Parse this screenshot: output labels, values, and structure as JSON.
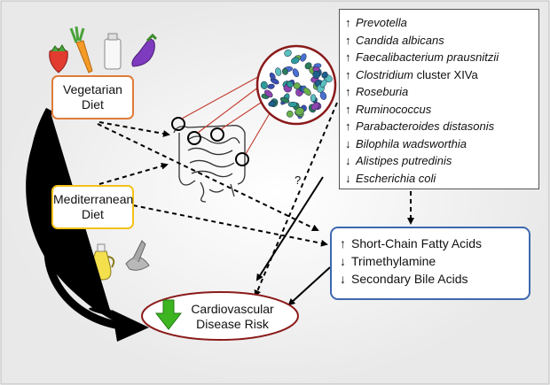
{
  "vegetarian_label": [
    "Vegetarian",
    "Diet"
  ],
  "mediterranean_label": [
    "Mediterranean",
    "Diet"
  ],
  "bacteria": [
    {
      "dir": "↑",
      "name": "Prevotella",
      "suffix": ""
    },
    {
      "dir": "↑",
      "name": "Candida albicans",
      "suffix": ""
    },
    {
      "dir": "↑",
      "name": "Faecalibacterium prausnitzii",
      "suffix": ""
    },
    {
      "dir": "↑",
      "name": "Clostridium",
      "suffix": " cluster XIVa"
    },
    {
      "dir": "↑",
      "name": "Roseburia",
      "suffix": ""
    },
    {
      "dir": "↑",
      "name": "Ruminococcus",
      "suffix": ""
    },
    {
      "dir": "↑",
      "name": "Parabacteroides distasonis",
      "suffix": ""
    },
    {
      "dir": "↓",
      "name": "Bilophila wadsworthia",
      "suffix": ""
    },
    {
      "dir": "↓",
      "name": "Alistipes putredinis",
      "suffix": ""
    },
    {
      "dir": "↓",
      "name": "Escherichia coli",
      "suffix": ""
    }
  ],
  "metabolites": [
    {
      "dir": "↑",
      "text": "Short-Chain Fatty Acids"
    },
    {
      "dir": "↓",
      "text": "Trimethylamine"
    },
    {
      "dir": "↓",
      "text": "Secondary Bile Acids"
    }
  ],
  "cvd_label": [
    "Cardiovascular",
    "Disease Risk"
  ],
  "question_mark": "?",
  "colors": {
    "vegetarian_border": "#e07b39",
    "mediterranean_border": "#f3c21a",
    "metabolite_border": "#3e68b1",
    "cvd_border": "#8b1a1a",
    "down_arrow": "#3cb521"
  }
}
